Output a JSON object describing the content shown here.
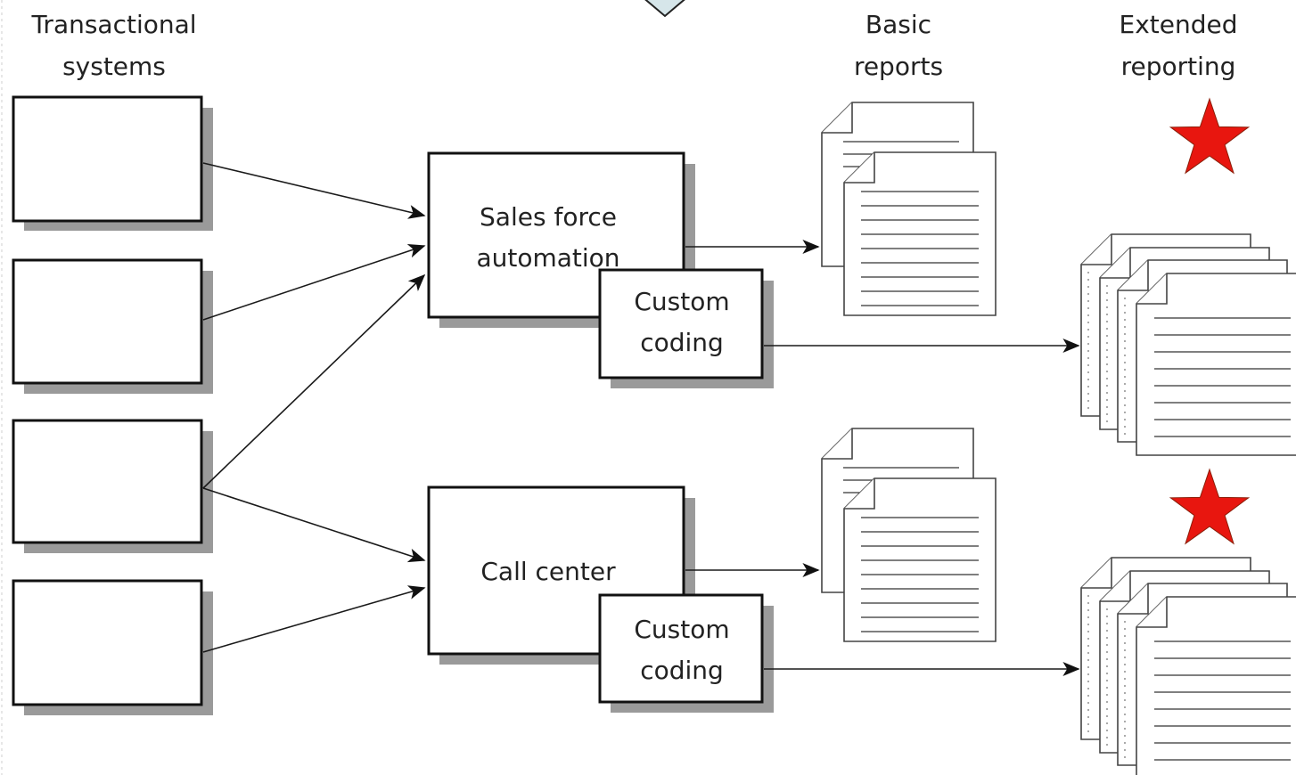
{
  "headers": {
    "transactional": [
      "Transactional",
      "systems"
    ],
    "basic": [
      "Basic",
      "reports"
    ],
    "extended": [
      "Extended",
      "reporting"
    ]
  },
  "boxes": {
    "sales_force": [
      "Sales force",
      "automation"
    ],
    "call_center": [
      "Call center"
    ],
    "custom_coding_top": [
      "Custom",
      "coding"
    ],
    "custom_coding_bottom": [
      "Custom",
      "coding"
    ]
  },
  "colors": {
    "star": "#e8160f",
    "shadow": "#9a9a9a",
    "diamond": "#d6e6ea"
  },
  "icons": [
    "diamond-icon",
    "star-icon",
    "document-stack-icon"
  ]
}
